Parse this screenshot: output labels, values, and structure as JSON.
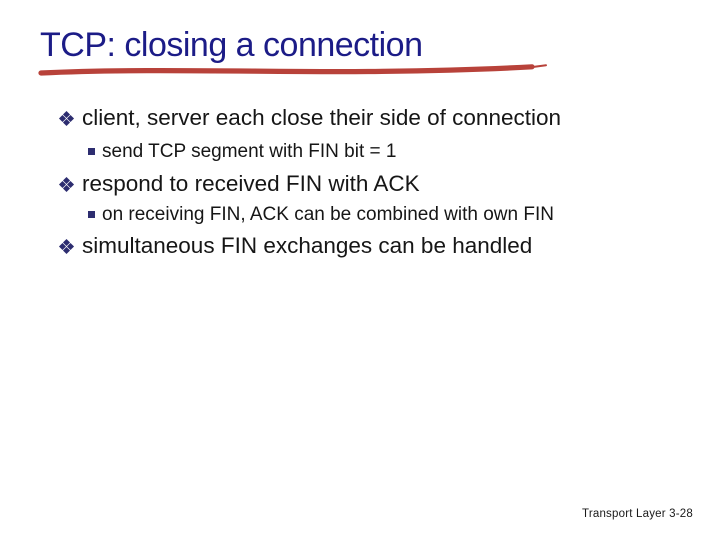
{
  "slide": {
    "title": "TCP: closing a connection",
    "bullets": [
      {
        "level": 1,
        "text": "client, server each close their side of connection"
      },
      {
        "level": 2,
        "text": "send TCP segment with FIN bit = 1"
      },
      {
        "level": 1,
        "text": "respond to received FIN with ACK"
      },
      {
        "level": 2,
        "text": "on receiving FIN, ACK can be combined with own FIN"
      },
      {
        "level": 1,
        "text": "simultaneous FIN exchanges can be handled"
      }
    ],
    "footer": "Transport Layer 3-28",
    "colors": {
      "title": "#1c1c87",
      "underline": "#b8423a",
      "bullet_marker": "#2d2d70",
      "body_text": "#161616",
      "background": "#ffffff"
    }
  }
}
